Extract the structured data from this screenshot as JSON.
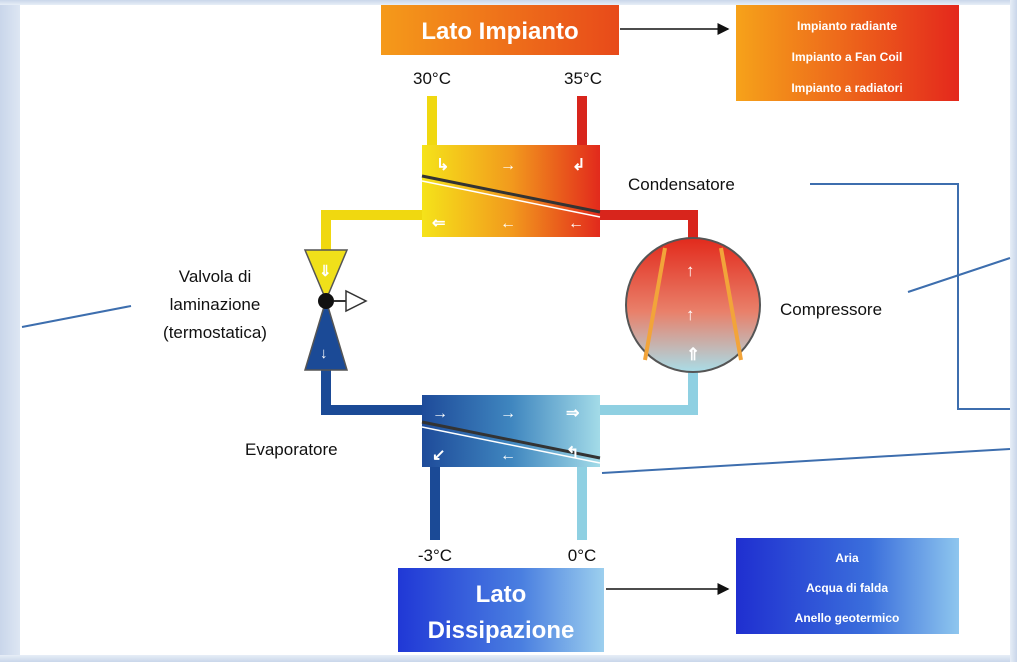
{
  "plant_side": {
    "title": "Lato Impianto",
    "temp_return": "30°C",
    "temp_supply": "35°C",
    "items": [
      "Impianto radiante",
      "Impianto a Fan Coil",
      "Impianto a radiatori"
    ]
  },
  "dissipation_side": {
    "title_line1": "Lato",
    "title_line2": "Dissipazione",
    "temp_cold": "-3°C",
    "temp_warm": "0°C",
    "items": [
      "Aria",
      "Acqua di falda",
      "Anello geotermico"
    ]
  },
  "components": {
    "condenser": "Condensatore",
    "compressor": "Compressore",
    "evaporator": "Evaporatore",
    "valve_line1": "Valvola di",
    "valve_line2": "laminazione",
    "valve_line3": "(termostatica)"
  },
  "colors": {
    "hot_red": "#e02a1c",
    "warm_yellow": "#f3e21a",
    "cold_blue": "#1b4a96",
    "light_blue": "#9ed7e6",
    "leader_line": "#3d6eae"
  }
}
